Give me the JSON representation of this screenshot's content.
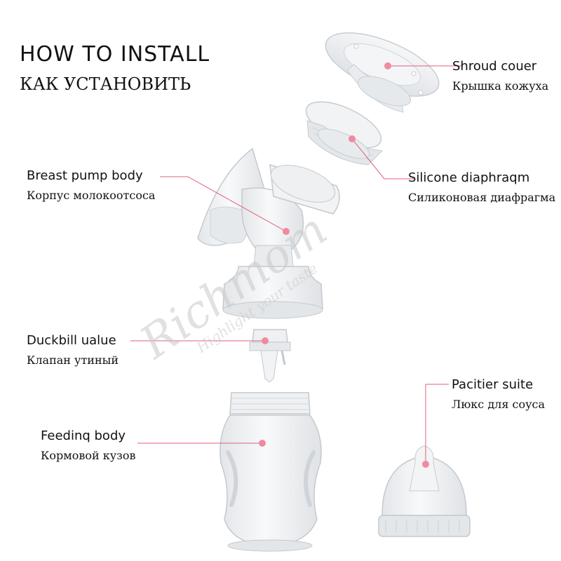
{
  "title": {
    "en": "HOW TO INSTALL",
    "ru": "КАК УСТАНОВИТЬ"
  },
  "watermark": {
    "brand": "Richmom",
    "tagline": "Highlight your taste"
  },
  "labels": {
    "shroud_cover": {
      "en": "Shroud couer",
      "ru": "Крышка кожуха"
    },
    "breast_pump_body": {
      "en": "Breast pump body",
      "ru": "Корпус молокоотсоса"
    },
    "silicone_diaphragm": {
      "en": "Silicone diaphraqm",
      "ru": "Силиконовая диафрагма"
    },
    "duckbill_valve": {
      "en": "Duckbill ualue",
      "ru": "Клапан утиный"
    },
    "pacifier_suite": {
      "en": "Pacitier suite",
      "ru": "Люкс для соуса"
    },
    "feeding_body": {
      "en": "Feedinq body",
      "ru": "Кормовой кузов"
    }
  },
  "colors": {
    "leader_line": "#e0607a",
    "marker_dot": "#f08aa0",
    "plastic_fill": "#eef0f2",
    "plastic_edge": "#c9cdd2",
    "text": "#111111"
  }
}
